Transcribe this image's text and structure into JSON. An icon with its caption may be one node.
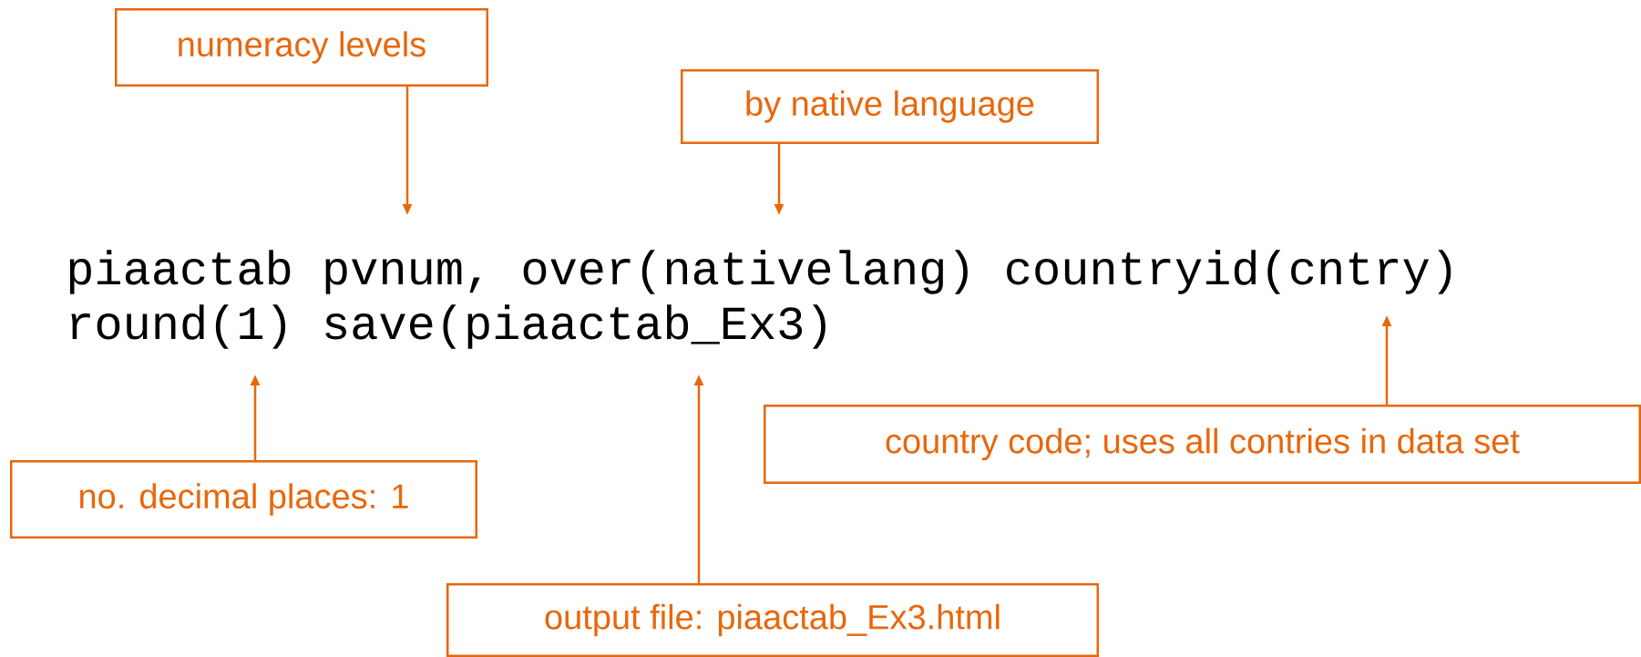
{
  "diagram": {
    "nodes": [
      {
        "text": [
          "numeracy levels"
        ]
      },
      {
        "text": [
          "by native language"
        ]
      },
      {
        "text": [
          "country code; uses all contries in data set"
        ]
      },
      {
        "text": [
          "no. decimal places: 1"
        ]
      },
      {
        "text": [
          "output file: piaactab_Ex3.html"
        ]
      }
    ],
    "edges": [
      {
        "from": 0,
        "to": null,
        "arrow": "to"
      },
      {
        "from": 1,
        "to": null,
        "arrow": "to"
      },
      {
        "from": 2,
        "to": null,
        "arrow": "to"
      },
      {
        "from": 3,
        "to": null,
        "arrow": "to"
      },
      {
        "from": 4,
        "to": null,
        "arrow": "to"
      }
    ],
    "labels": [
      "piaactab pvnum, over(nativelang) countryid(cntry)",
      "round(1) save(piaactab_Ex3)"
    ]
  }
}
